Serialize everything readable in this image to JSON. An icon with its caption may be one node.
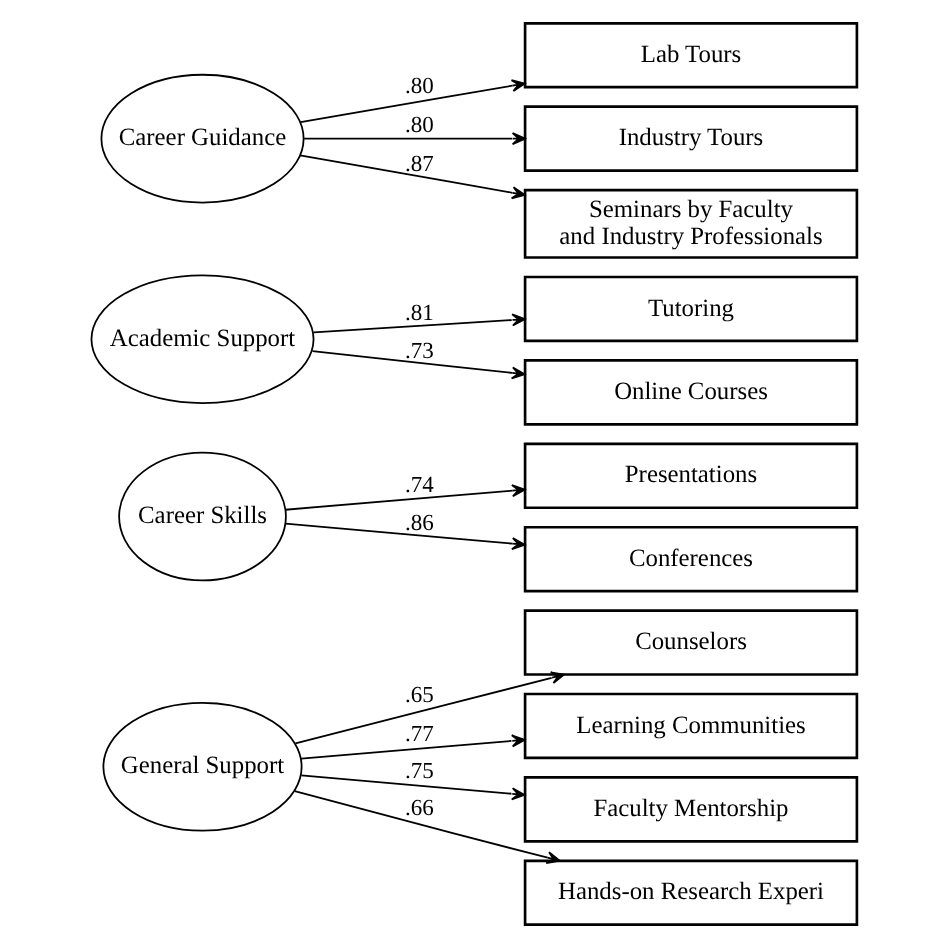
{
  "diagram": {
    "nodes": [
      {
        "text": [
          "General Support"
        ]
      },
      {
        "text": [
          "Counselors"
        ]
      },
      {
        "text": [
          "Learning Communities"
        ]
      },
      {
        "text": [
          "Faculty Mentorship"
        ]
      },
      {
        "text": [
          "Hands-on Research Experi"
        ]
      },
      {
        "text": [
          "Career Skills"
        ]
      },
      {
        "text": [
          "Presentations"
        ]
      },
      {
        "text": [
          "Conferences"
        ]
      },
      {
        "text": [
          "Academic Support"
        ]
      },
      {
        "text": [
          "Tutoring"
        ]
      },
      {
        "text": [
          "Online Courses"
        ]
      },
      {
        "text": [
          "Career Guidance"
        ]
      },
      {
        "text": [
          "Lab Tours"
        ]
      },
      {
        "text": [
          "Industry Tours"
        ]
      },
      {
        "text": [
          "Seminars by Faculty and Industry Professionals"
        ]
      }
    ],
    "edges": [
      {
        "from": 0,
        "to": 1,
        "arrow": "to",
        "label": ".65"
      },
      {
        "from": 0,
        "to": 2,
        "arrow": "to",
        "label": ".77"
      },
      {
        "from": 0,
        "to": 3,
        "arrow": "to",
        "label": ".75"
      },
      {
        "from": 0,
        "to": 4,
        "arrow": "to",
        "label": ".66"
      },
      {
        "from": 5,
        "to": 6,
        "arrow": "to",
        "label": ".74"
      },
      {
        "from": 5,
        "to": 7,
        "arrow": "to",
        "label": ".86"
      },
      {
        "from": 8,
        "to": 9,
        "arrow": "to",
        "label": ".81"
      },
      {
        "from": 8,
        "to": 10,
        "arrow": "to",
        "label": ".73"
      },
      {
        "from": 11,
        "to": 12,
        "arrow": "to",
        "label": ".80"
      },
      {
        "from": 11,
        "to": 13,
        "arrow": "to",
        "label": ".80"
      },
      {
        "from": 11,
        "to": 14,
        "arrow": "to",
        "label": ".87"
      }
    ]
  }
}
